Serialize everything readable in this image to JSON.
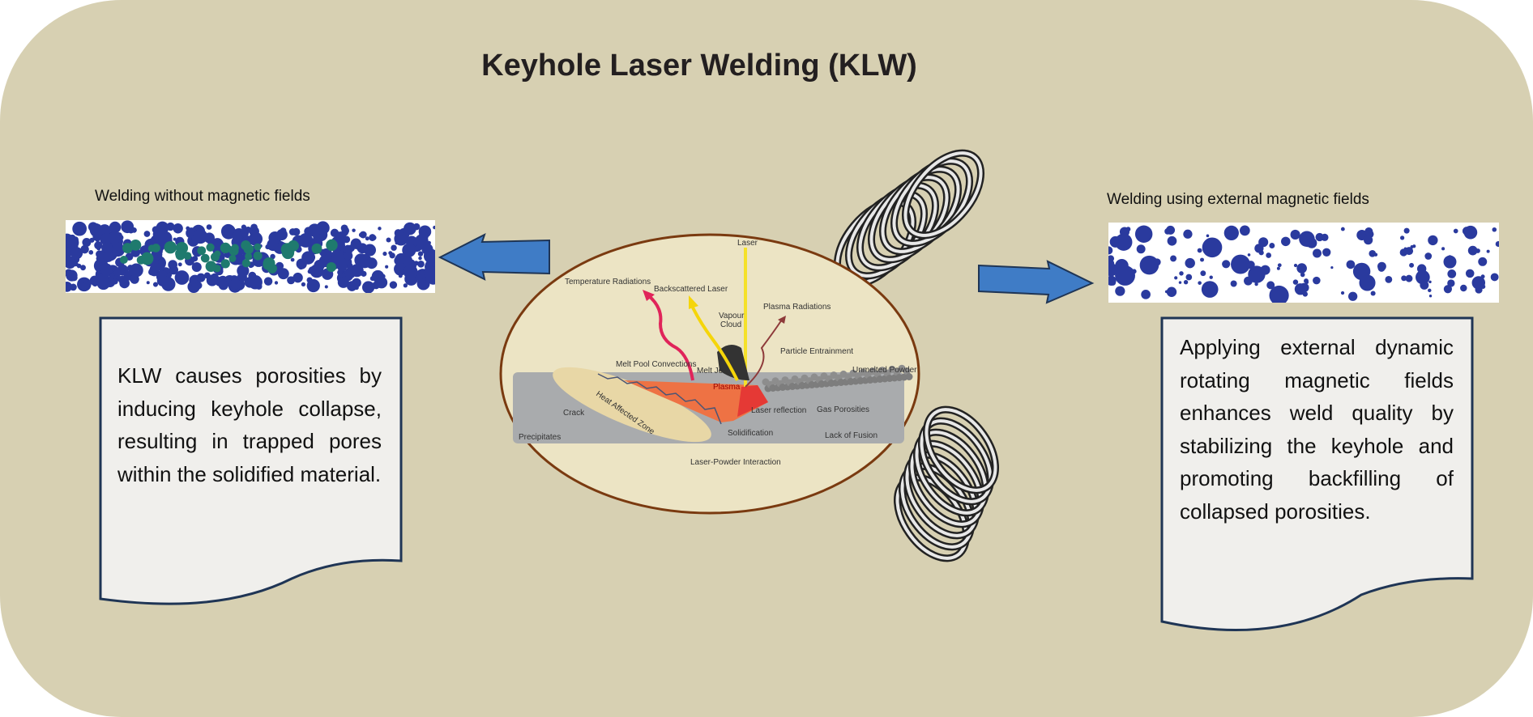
{
  "title": "Keyhole Laser Welding (KLW)",
  "left": {
    "caption": "Welding without magnetic fields",
    "text": "KLW causes porosities by inducing keyhole collapse, resulting in trapped pores within the solidified material."
  },
  "right": {
    "caption": "Welding using external magnetic fields",
    "text": "Applying external dynamic rotating magnetic fields enhances weld quality by stabilizing the keyhole and promoting backfilling of collapsed porosities."
  },
  "diagram_labels": {
    "laser": "Laser",
    "temperature_radiations": "Temperature Radiations",
    "backscattered_laser": "Backscattered Laser",
    "vapour": "Vapour",
    "cloud": "Cloud",
    "plasma_radiations": "Plasma Radiations",
    "particle_entrainment": "Particle Entrainment",
    "melt_pool_convections": "Melt Pool Convections",
    "melt_jet": "Melt Jet",
    "unmelted_powder": "Unmelted Powder",
    "plasma": "Plasma",
    "heat_affected_zone": "Heat Affected Zone",
    "crack": "Crack",
    "laser_reflection": "Laser reflection",
    "gas_porosities": "Gas Porosities",
    "precipitates": "Precipitates",
    "solidification": "Solidification",
    "lack_of_fusion": "Lack of Fusion",
    "laser_powder_interaction": "Laser-Powder Interaction"
  },
  "colors": {
    "background": "#d7d0b2",
    "arrow": "#3f7cc6",
    "pore": "#2a3a9e",
    "pore_cluster": "#1f7a6e",
    "doc_border": "#1f3555",
    "ellipse": "#7a3a10"
  }
}
